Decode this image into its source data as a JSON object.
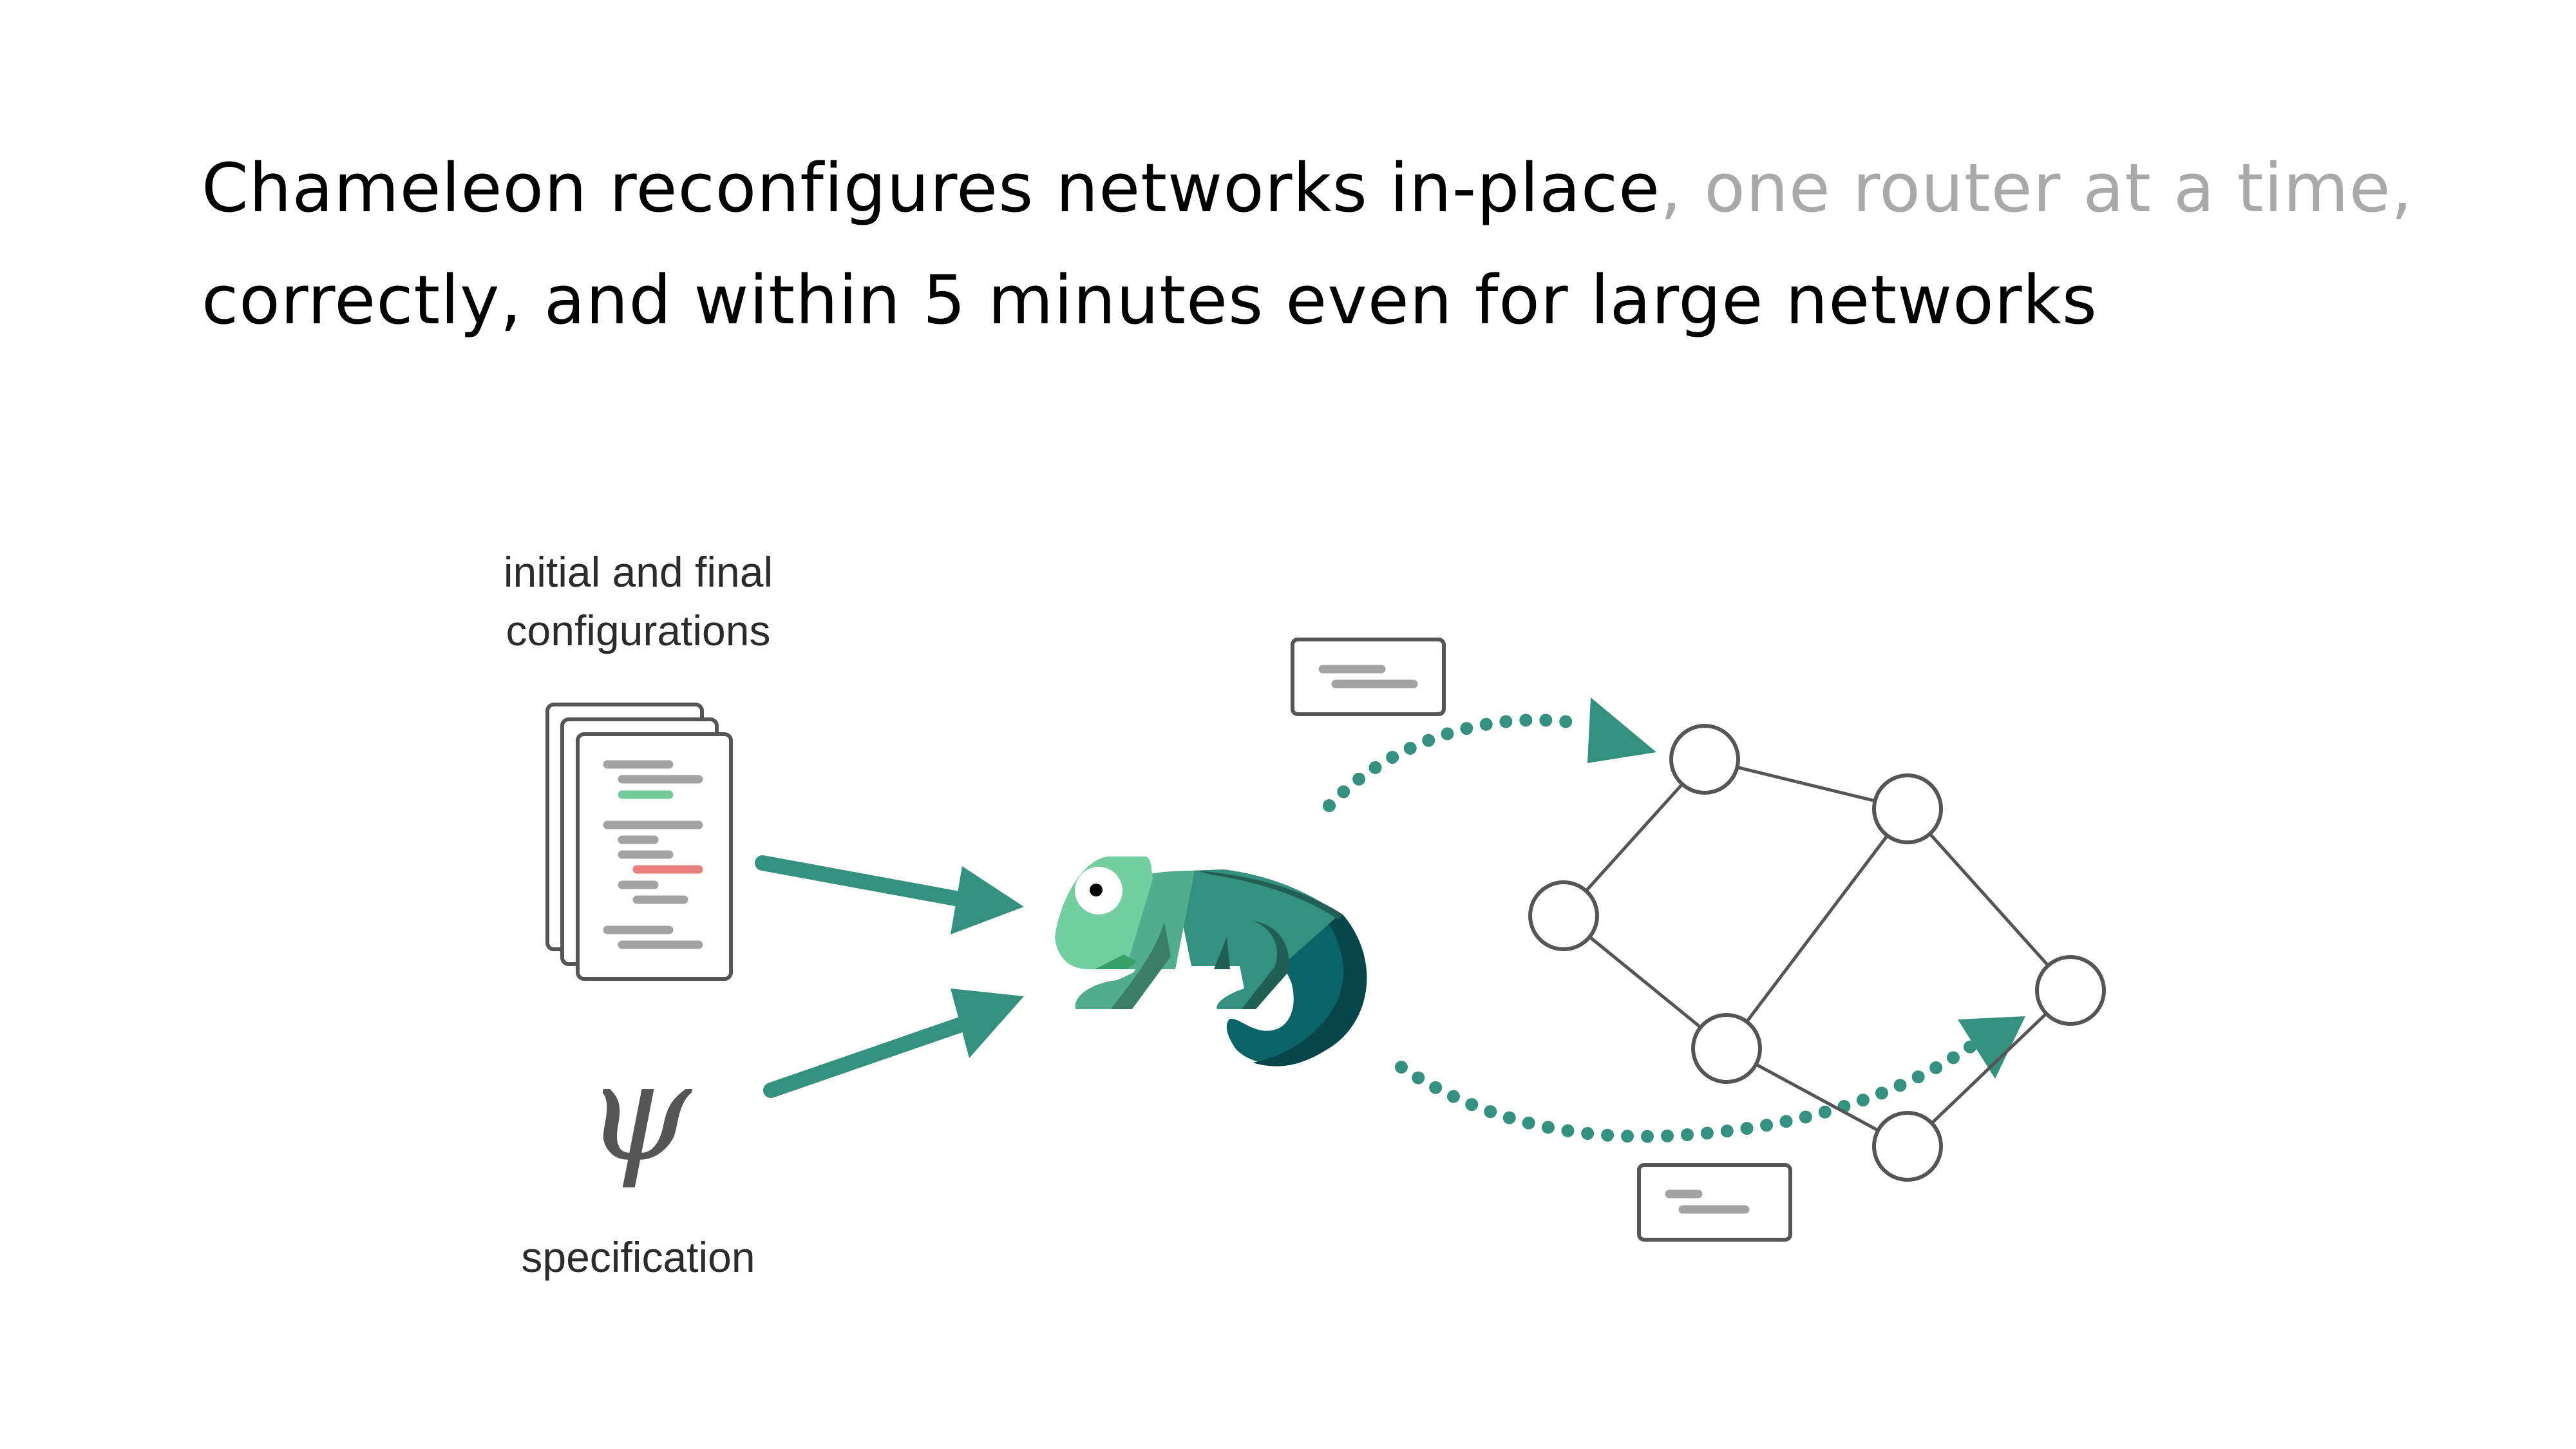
{
  "headline": {
    "line1_emphasis": "Chameleon reconfigures networks in-place",
    "line1_muted": ", one router at a time,",
    "line2": "correctly, and within 5 minutes even for large networks"
  },
  "inputs": {
    "configurations_label_line1": "initial and final",
    "configurations_label_line2": "configurations",
    "specification_symbol": "ψ",
    "specification_label": "specification"
  },
  "icons": {
    "documents": "config-documents-icon",
    "specification": "psi-symbol-icon",
    "logo": "chameleon-logo",
    "config_card": "config-card-icon",
    "router": "router-node"
  },
  "colors": {
    "accent": "#35917F",
    "text": "#000000",
    "muted_text": "#A9A9A9",
    "outline": "#555555",
    "config_line": "#A3A3A3",
    "added_line": "#74CB9B",
    "removed_line": "#E87E7E",
    "chameleon_head": "#74CFA0",
    "chameleon_body": "#52AD8F",
    "chameleon_mid": "#35917F",
    "chameleon_tail": "#0A6467",
    "chameleon_shadow": "#06454A"
  },
  "network": {
    "nodes": [
      "A",
      "B",
      "C",
      "D",
      "E",
      "F"
    ],
    "edges": [
      [
        "A",
        "B"
      ],
      [
        "A",
        "C"
      ],
      [
        "C",
        "D"
      ],
      [
        "D",
        "B"
      ],
      [
        "B",
        "E"
      ],
      [
        "D",
        "F"
      ],
      [
        "F",
        "E"
      ]
    ]
  }
}
